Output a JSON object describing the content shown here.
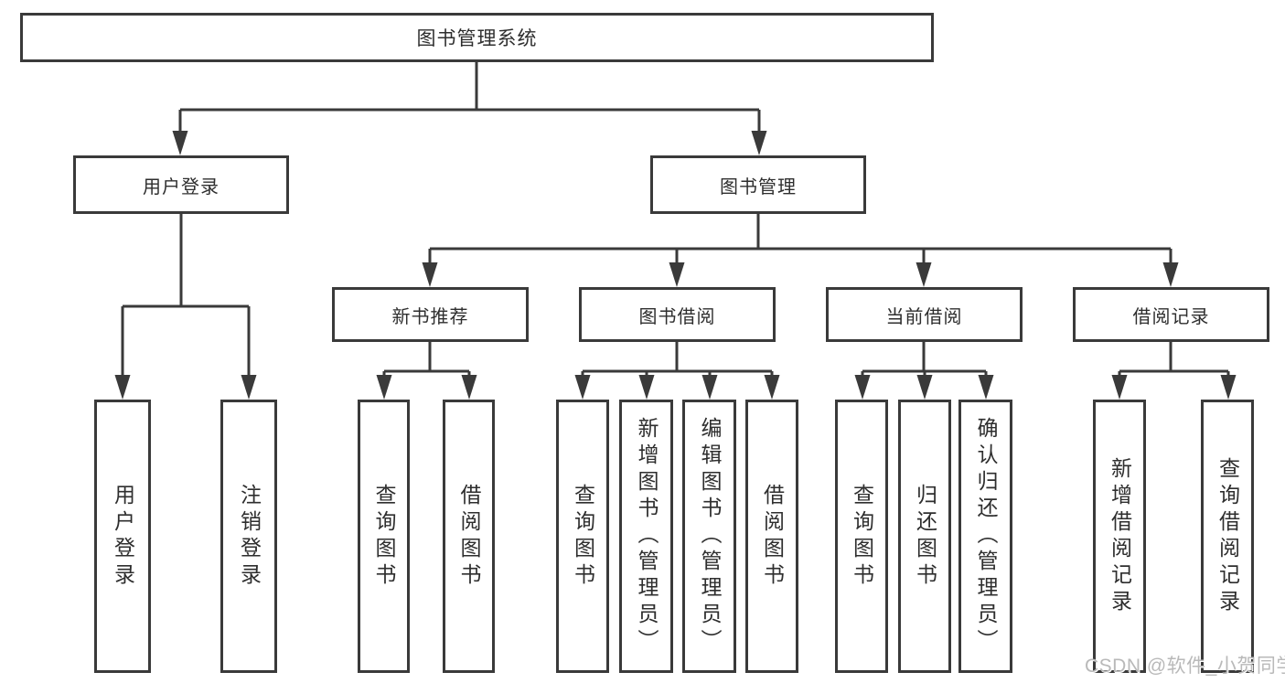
{
  "diagram": {
    "title": "图书管理系统",
    "tree": {
      "root": {
        "label": "图书管理系统",
        "children": [
          {
            "label": "用户登录",
            "children": [
              {
                "label": "用户登录"
              },
              {
                "label": "注销登录"
              }
            ]
          },
          {
            "label": "图书管理",
            "children": [
              {
                "label": "新书推荐",
                "children": [
                  {
                    "label": "查询图书"
                  },
                  {
                    "label": "借阅图书"
                  }
                ]
              },
              {
                "label": "图书借阅",
                "children": [
                  {
                    "label": "查询图书"
                  },
                  {
                    "label": "新增图书（管理员）"
                  },
                  {
                    "label": "编辑图书（管理员）"
                  },
                  {
                    "label": "借阅图书"
                  }
                ]
              },
              {
                "label": "当前借阅",
                "children": [
                  {
                    "label": "查询图书"
                  },
                  {
                    "label": "归还图书"
                  },
                  {
                    "label": "确认归还（管理员）"
                  }
                ]
              },
              {
                "label": "借阅记录",
                "children": [
                  {
                    "label": "新增借阅记录"
                  },
                  {
                    "label": "查询借阅记录"
                  }
                ]
              }
            ]
          }
        ]
      }
    },
    "watermark": "CSDN @软件_小贺同学",
    "colors": {
      "background": "#ffffff",
      "box_fill": "#ffffff",
      "box_border": "#3a3a3a",
      "line": "#3a3a3a",
      "text": "#2e2e2e",
      "watermark": "#b9b9b9"
    }
  }
}
